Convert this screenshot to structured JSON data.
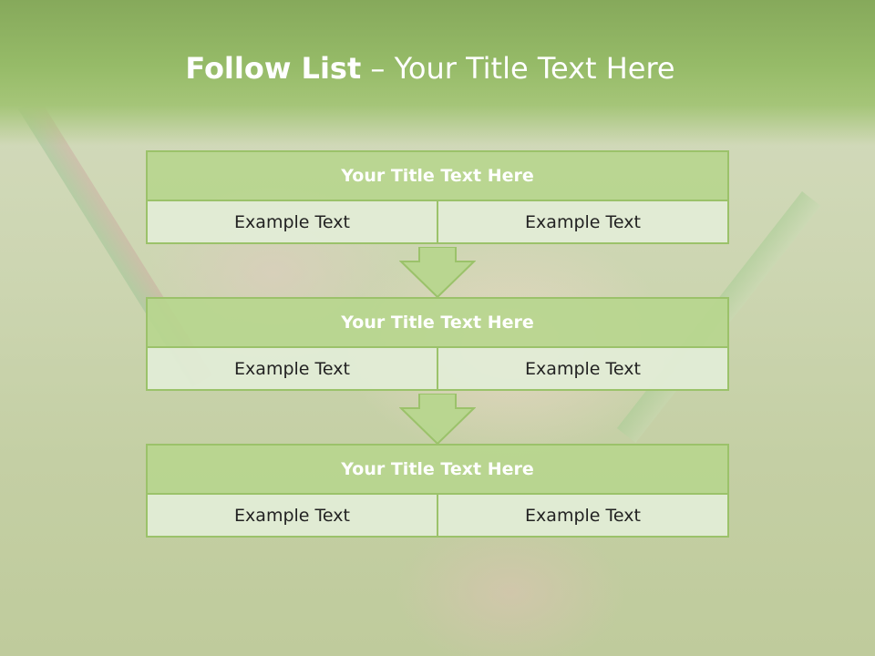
{
  "header": {
    "title_bold": "Follow List",
    "title_rest": " – Your Title Text Here"
  },
  "blocks": [
    {
      "title": "Your Title Text Here",
      "left": "Example Text",
      "right": "Example Text"
    },
    {
      "title": "Your Title Text Here",
      "left": "Example Text",
      "right": "Example Text"
    },
    {
      "title": "Your Title Text Here",
      "left": "Example Text",
      "right": "Example Text"
    }
  ],
  "colors": {
    "header_green": "#96bb68",
    "block_title_fill": "#b7d68e",
    "block_border": "#9bc26a",
    "cell_fill": "#e2ecd6"
  },
  "icons": [
    "down-arrow-icon"
  ]
}
